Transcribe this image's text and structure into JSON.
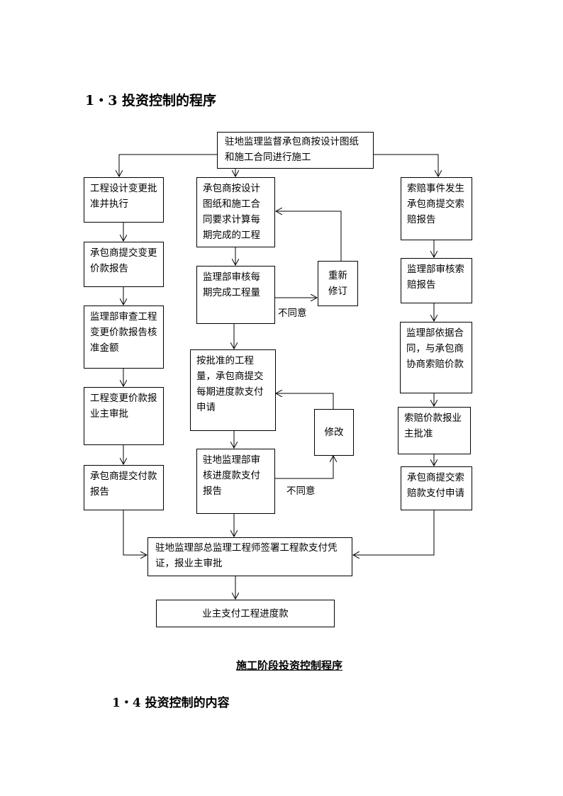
{
  "heading_1_3": "1・3  投资控制的程序",
  "flowchart": {
    "top": "驻地监理监督承包商按设计图纸和施工合同进行施工",
    "left": [
      "工程设计变更批准并执行",
      "承包商提交变更价款报告",
      "监理部审查工程变更价款报告核准金额",
      "工程变更价款报业主审批",
      "承包商提交付款报告"
    ],
    "middle": [
      "承包商按设计图纸和施工合同要求计算每期完成的工程",
      "监理部审核每期完成工程量",
      "按批准的工程量，承包商提交每期进度款支付申请",
      "驻地监理部审核进度款支付报告"
    ],
    "revise": "重新修订",
    "modify": "修改",
    "disagree": "不同意",
    "right": [
      "索赔事件发生承包商提交索赔报告",
      "监理部审核索赔报告",
      "监理部依据合同，与承包商协商索赔价款",
      "索赔价款报业主批准",
      "承包商提交索赔款支付申请"
    ],
    "sign": "驻地监理部总监理工程师签署工程款支付凭证，报业主审批",
    "pay": "业主支付工程进度款"
  },
  "figure_caption": "施工阶段投资控制程序",
  "heading_1_4": "1・4  投资控制的内容"
}
